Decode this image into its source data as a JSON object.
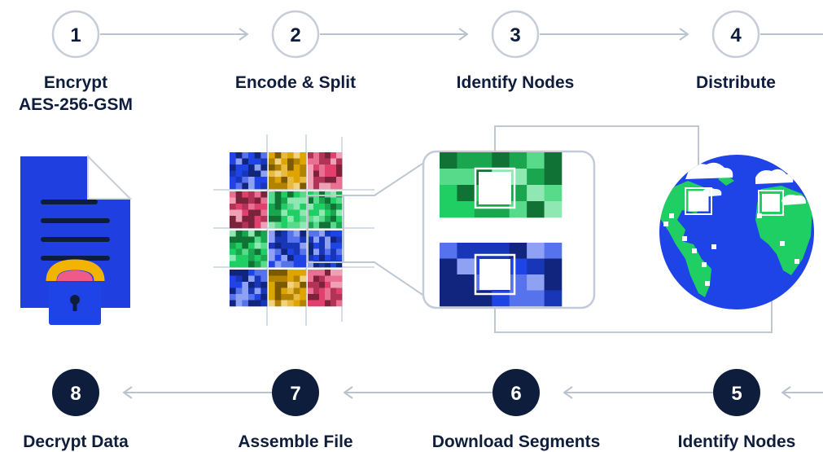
{
  "steps_top": [
    {
      "number": "1",
      "label_line1": "Encrypt",
      "label_line2": "AES-256-GSM"
    },
    {
      "number": "2",
      "label_line1": "Encode & Split",
      "label_line2": ""
    },
    {
      "number": "3",
      "label_line1": "Identify Nodes",
      "label_line2": ""
    },
    {
      "number": "4",
      "label_line1": "Distribute",
      "label_line2": ""
    }
  ],
  "steps_bottom": [
    {
      "number": "8",
      "label": "Decrypt Data"
    },
    {
      "number": "7",
      "label": "Assemble File"
    },
    {
      "number": "6",
      "label": "Download Segments"
    },
    {
      "number": "5",
      "label": "Identify Nodes"
    }
  ],
  "colors": {
    "navy": "#0f1d3d",
    "circle_outline": "#c6cdd8",
    "arrow": "#b9c2cf",
    "doc_blue": "#1f3fe0",
    "gold": "#e0a400",
    "pink": "#e0406b",
    "green": "#1fcf63",
    "blue": "#1e43e6",
    "lock_pink": "#ef5b86"
  },
  "icons": {
    "step1": "encrypted-document-lock-icon",
    "step2": "split-grid-icon",
    "step3": "node-zoom-icon",
    "step4": "globe-nodes-icon"
  }
}
